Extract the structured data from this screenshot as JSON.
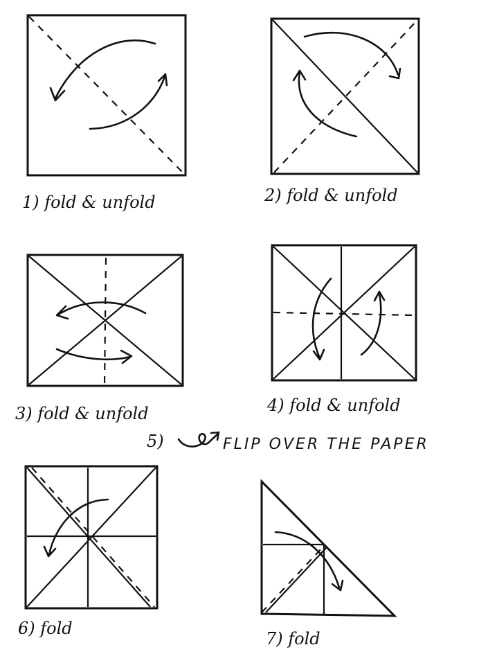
{
  "steps": [
    {
      "number": "1)",
      "label": "fold & unfold"
    },
    {
      "number": "2)",
      "label": "fold & unfold"
    },
    {
      "number": "3)",
      "label": "fold & unfold"
    },
    {
      "number": "4)",
      "label": "fold & unfold"
    },
    {
      "number": "5)",
      "label": "FLIP OVER THE PAPER"
    },
    {
      "number": "6)",
      "label": "fold"
    },
    {
      "number": "7)",
      "label": "fold"
    }
  ]
}
